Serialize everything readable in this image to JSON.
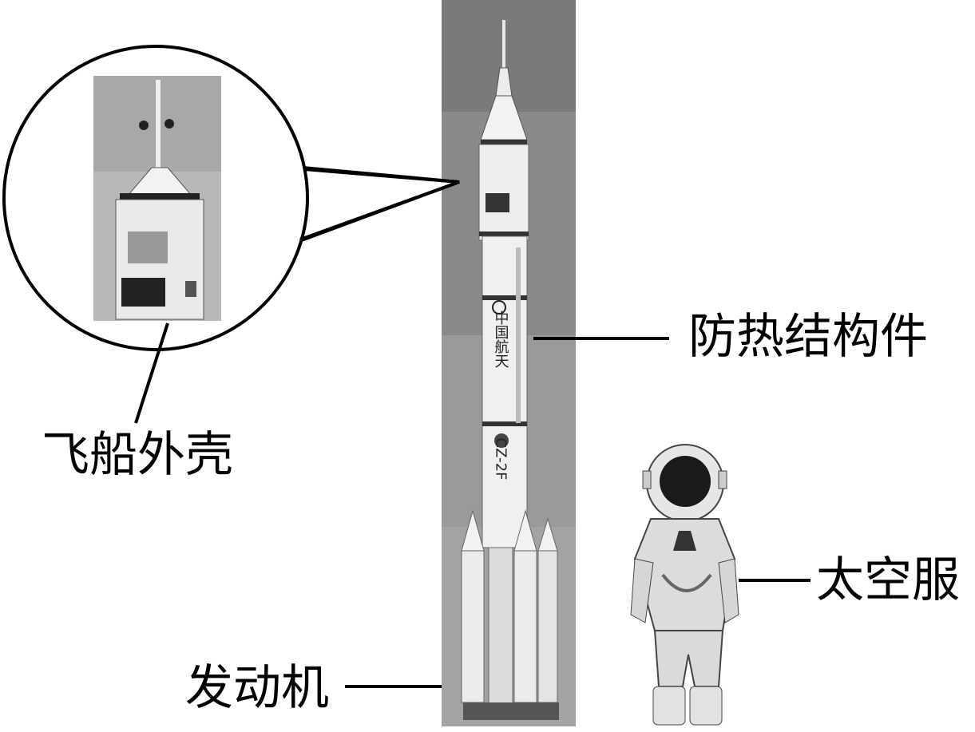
{
  "labels": {
    "shell": "飞船外壳",
    "heat_shield": "防热结构件",
    "spacesuit": "太空服",
    "engine": "发动机"
  },
  "rocket_text": {
    "name": "中国航天",
    "model": "CZ-2F"
  }
}
